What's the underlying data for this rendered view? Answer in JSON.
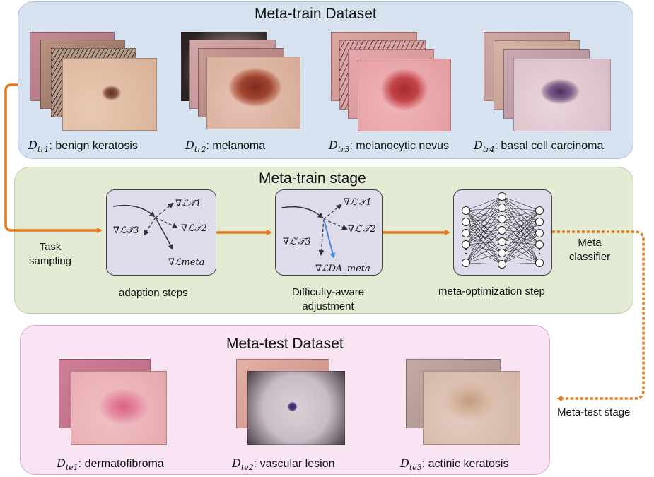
{
  "meta_train_dataset": {
    "title": "Meta-train Dataset",
    "datasets": [
      {
        "sub": "tr1",
        "name": "benign keratosis"
      },
      {
        "sub": "tr2",
        "name": "melanoma"
      },
      {
        "sub": "tr3",
        "name": "melanocytic nevus"
      },
      {
        "sub": "tr4",
        "name": "basal cell carcinoma"
      }
    ]
  },
  "meta_train_stage": {
    "title": "Meta-train stage",
    "task_sampling": "Task sampling",
    "adaption_caption": "adaption steps",
    "difficulty_caption": "Difficulty-aware adjustment",
    "meta_opt_caption": "meta-optimization step",
    "meta_classifier": "Meta classifier",
    "adaption_gradients": [
      "∇ℒ𝒯1",
      "∇ℒ𝒯2",
      "∇ℒ𝒯3",
      "∇ℒmeta"
    ],
    "difficulty_gradients": [
      "∇ℒ′𝒯1",
      "∇ℒ′𝒯2",
      "∇ℒ′𝒯3",
      "∇ℒDA_meta"
    ]
  },
  "meta_test_dataset": {
    "title": "Meta-test Dataset",
    "datasets": [
      {
        "sub": "te1",
        "name": "dermatofibroma"
      },
      {
        "sub": "te2",
        "name": "vascular lesion"
      },
      {
        "sub": "te3",
        "name": "actinic keratosis"
      }
    ]
  },
  "meta_test_stage": "Meta-test stage",
  "colors": {
    "orange": "#e07a1c",
    "blue_arrow": "#4a88d6"
  }
}
